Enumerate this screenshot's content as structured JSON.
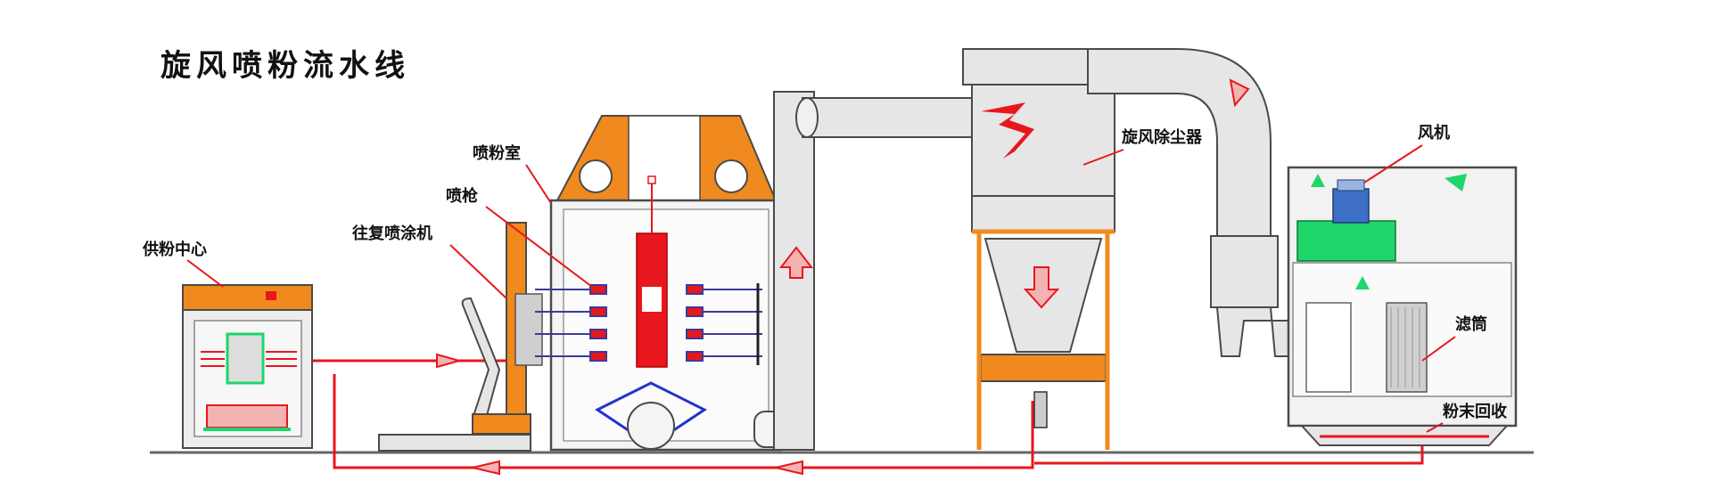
{
  "title": "旋风喷粉流水线",
  "labels": {
    "powder_supply_center": "供粉中心",
    "reciprocator": "往复喷涂机",
    "spray_gun": "喷枪",
    "spray_booth": "喷粉室",
    "cyclone_separator": "旋风除尘器",
    "fan": "风机",
    "filter_cartridge": "滤筒",
    "powder_recovery": "粉末回收"
  },
  "colors": {
    "hopper_orange": "#f08a1e",
    "duct_gray": "#dcdcdc",
    "outline": "#4a4a4a",
    "powder_red": "#e8161d",
    "airflow_green": "#1ed66a",
    "motor_blue": "#3d6fc4"
  },
  "icons": [
    "flow-arrow-icon",
    "airflow-arrow-icon",
    "fan-motor-icon"
  ]
}
